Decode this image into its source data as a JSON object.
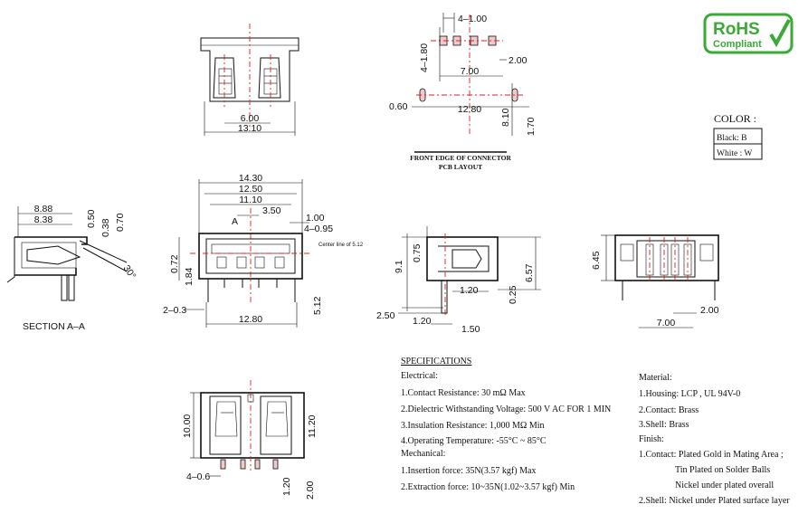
{
  "colors": {
    "centerline": "#dd2222",
    "rohs_green": "#3aa935",
    "ink": "#111111"
  },
  "rohs": {
    "line1": "RoHS",
    "line2": "Compliant"
  },
  "color_table": {
    "title": "COLOR :",
    "rows": [
      "Black: B",
      "White : W"
    ]
  },
  "pcb_layout": {
    "pitch": "4–1.00",
    "height": "4–1.80",
    "span": "7.00",
    "row_gap": "2.00",
    "slot_width": "0.60",
    "slot_span": "12.80",
    "h1": "8.10",
    "h2": "1.70",
    "caption1": "FRONT EDGE OF CONNECTOR",
    "caption2": "PCB  LAYOUT"
  },
  "top_view": {
    "inner": "6.00",
    "outer": "13.10"
  },
  "section": {
    "d1": "8.88",
    "d2": "8.38",
    "d3": "0.50",
    "d4": "0.38",
    "d5": "0.70",
    "angle": "30°",
    "label": "SECTION  A–A"
  },
  "front_view": {
    "w1": "14.30",
    "w2": "12.50",
    "w3": "11.10",
    "w4": "3.50",
    "w5": "1.00",
    "w6": "4–0.95",
    "h1": "0.72",
    "h2": "1.84",
    "pin": "2–0.3",
    "bottom": "12.80",
    "right": "5.12",
    "note": "Center line of 5.12",
    "section_mark": "A"
  },
  "side_view": {
    "d1": "0.75",
    "d2": "9.1",
    "d3": "6.57",
    "d4": "1.20",
    "d5": "0.25",
    "d6": "2.50",
    "d7": "1.20",
    "d8": "1.50"
  },
  "rear_view": {
    "height": "6.45",
    "gap": "2.00",
    "span": "7.00"
  },
  "bottom_view": {
    "h1": "10.00",
    "h2": "11.20",
    "pins": "4–0.6",
    "d1": "1.20",
    "d2": "2.00"
  },
  "specs": {
    "title": "SPECIFICATIONS",
    "electrical_head": "Electrical:",
    "electrical": [
      "1.Contact Resistance: 30 mΩ Max",
      "2.Dielectric Withstanding Voltage: 500 V AC FOR 1 MIN",
      "3.Insulation Resistance: 1,000 MΩ Min",
      "4.Operating Temperature: -55°C ~ 85°C"
    ],
    "mechanical_head": "Mechanical:",
    "mechanical": [
      "1.Insertion force: 35N(3.57 kgf) Max",
      "2.Extraction force: 10~35N(1.02~3.57 kgf) Min"
    ],
    "material_head": "Material:",
    "material": [
      "1.Housing: LCP , UL 94V-0",
      "2.Contact: Brass",
      "3.Shell: Brass"
    ],
    "finish_head": "Finish:",
    "finish": [
      "1.Contact: Plated Gold in Mating Area ;",
      "Tin Plated on Solder Balls",
      "Nickel under plated overall",
      "2.Shell: Nickel under Plated surface layer"
    ]
  }
}
